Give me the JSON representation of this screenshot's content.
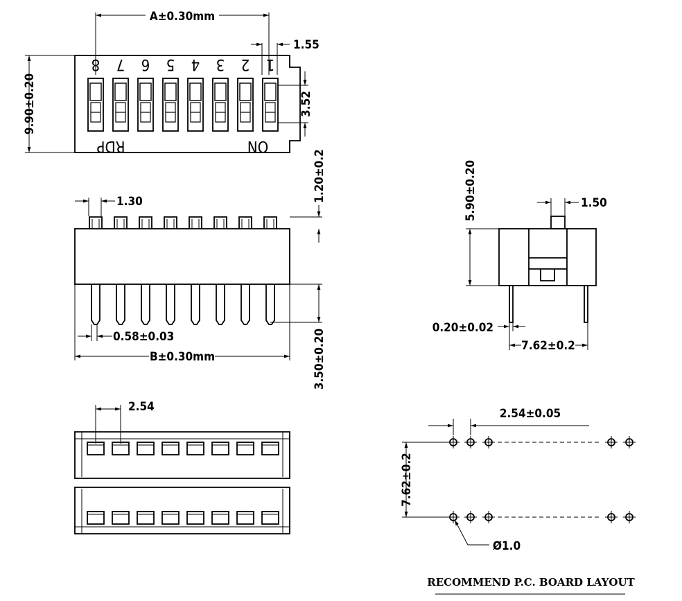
{
  "top_view": {
    "dim_width": "A±0.30mm",
    "dim_pitch_edge": "1.55",
    "dim_height": "9.90±0.20",
    "dim_slot": "3.52",
    "switch_numbers": [
      "8",
      "7",
      "6",
      "5",
      "4",
      "3",
      "2",
      "1"
    ],
    "label_left": "RDP",
    "label_right": "ON"
  },
  "front_view": {
    "dim_actuator": "1.30",
    "dim_actuator_height": "1.20±0.2",
    "dim_pin_width": "0.58±0.03",
    "dim_width": "B±0.30mm",
    "dim_pin_length": "3.50±0.20"
  },
  "side_view": {
    "dim_height": "5.90±0.20",
    "dim_actuator": "1.50",
    "dim_pin_thickness": "0.20±0.02",
    "dim_row_spacing": "7.62±0.2"
  },
  "bottom_view": {
    "dim_pitch": "2.54"
  },
  "pcb_layout": {
    "dim_pitch": "2.54±0.05",
    "dim_row_spacing": "7.62±0.2",
    "dim_hole": "Ø1.0",
    "title": "RECOMMEND P.C. BOARD LAYOUT"
  }
}
